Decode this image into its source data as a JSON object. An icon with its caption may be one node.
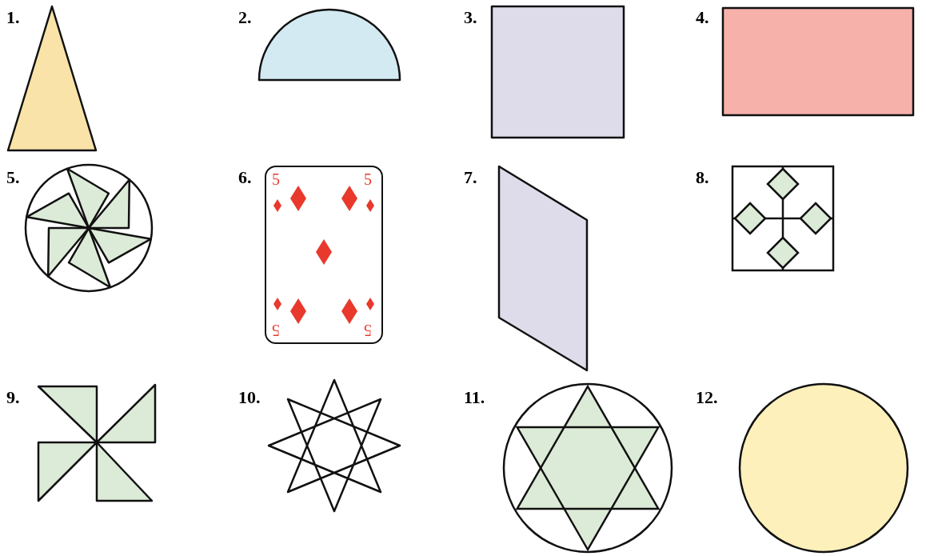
{
  "diagram": {
    "nodes": [
      {
        "text": [
          "5",
          "5",
          "5",
          "5"
        ]
      }
    ],
    "labels": [
      "1.",
      "2.",
      "3.",
      "4.",
      "5.",
      "6.",
      "7.",
      "8.",
      "9.",
      "10.",
      "11.",
      "12."
    ]
  }
}
